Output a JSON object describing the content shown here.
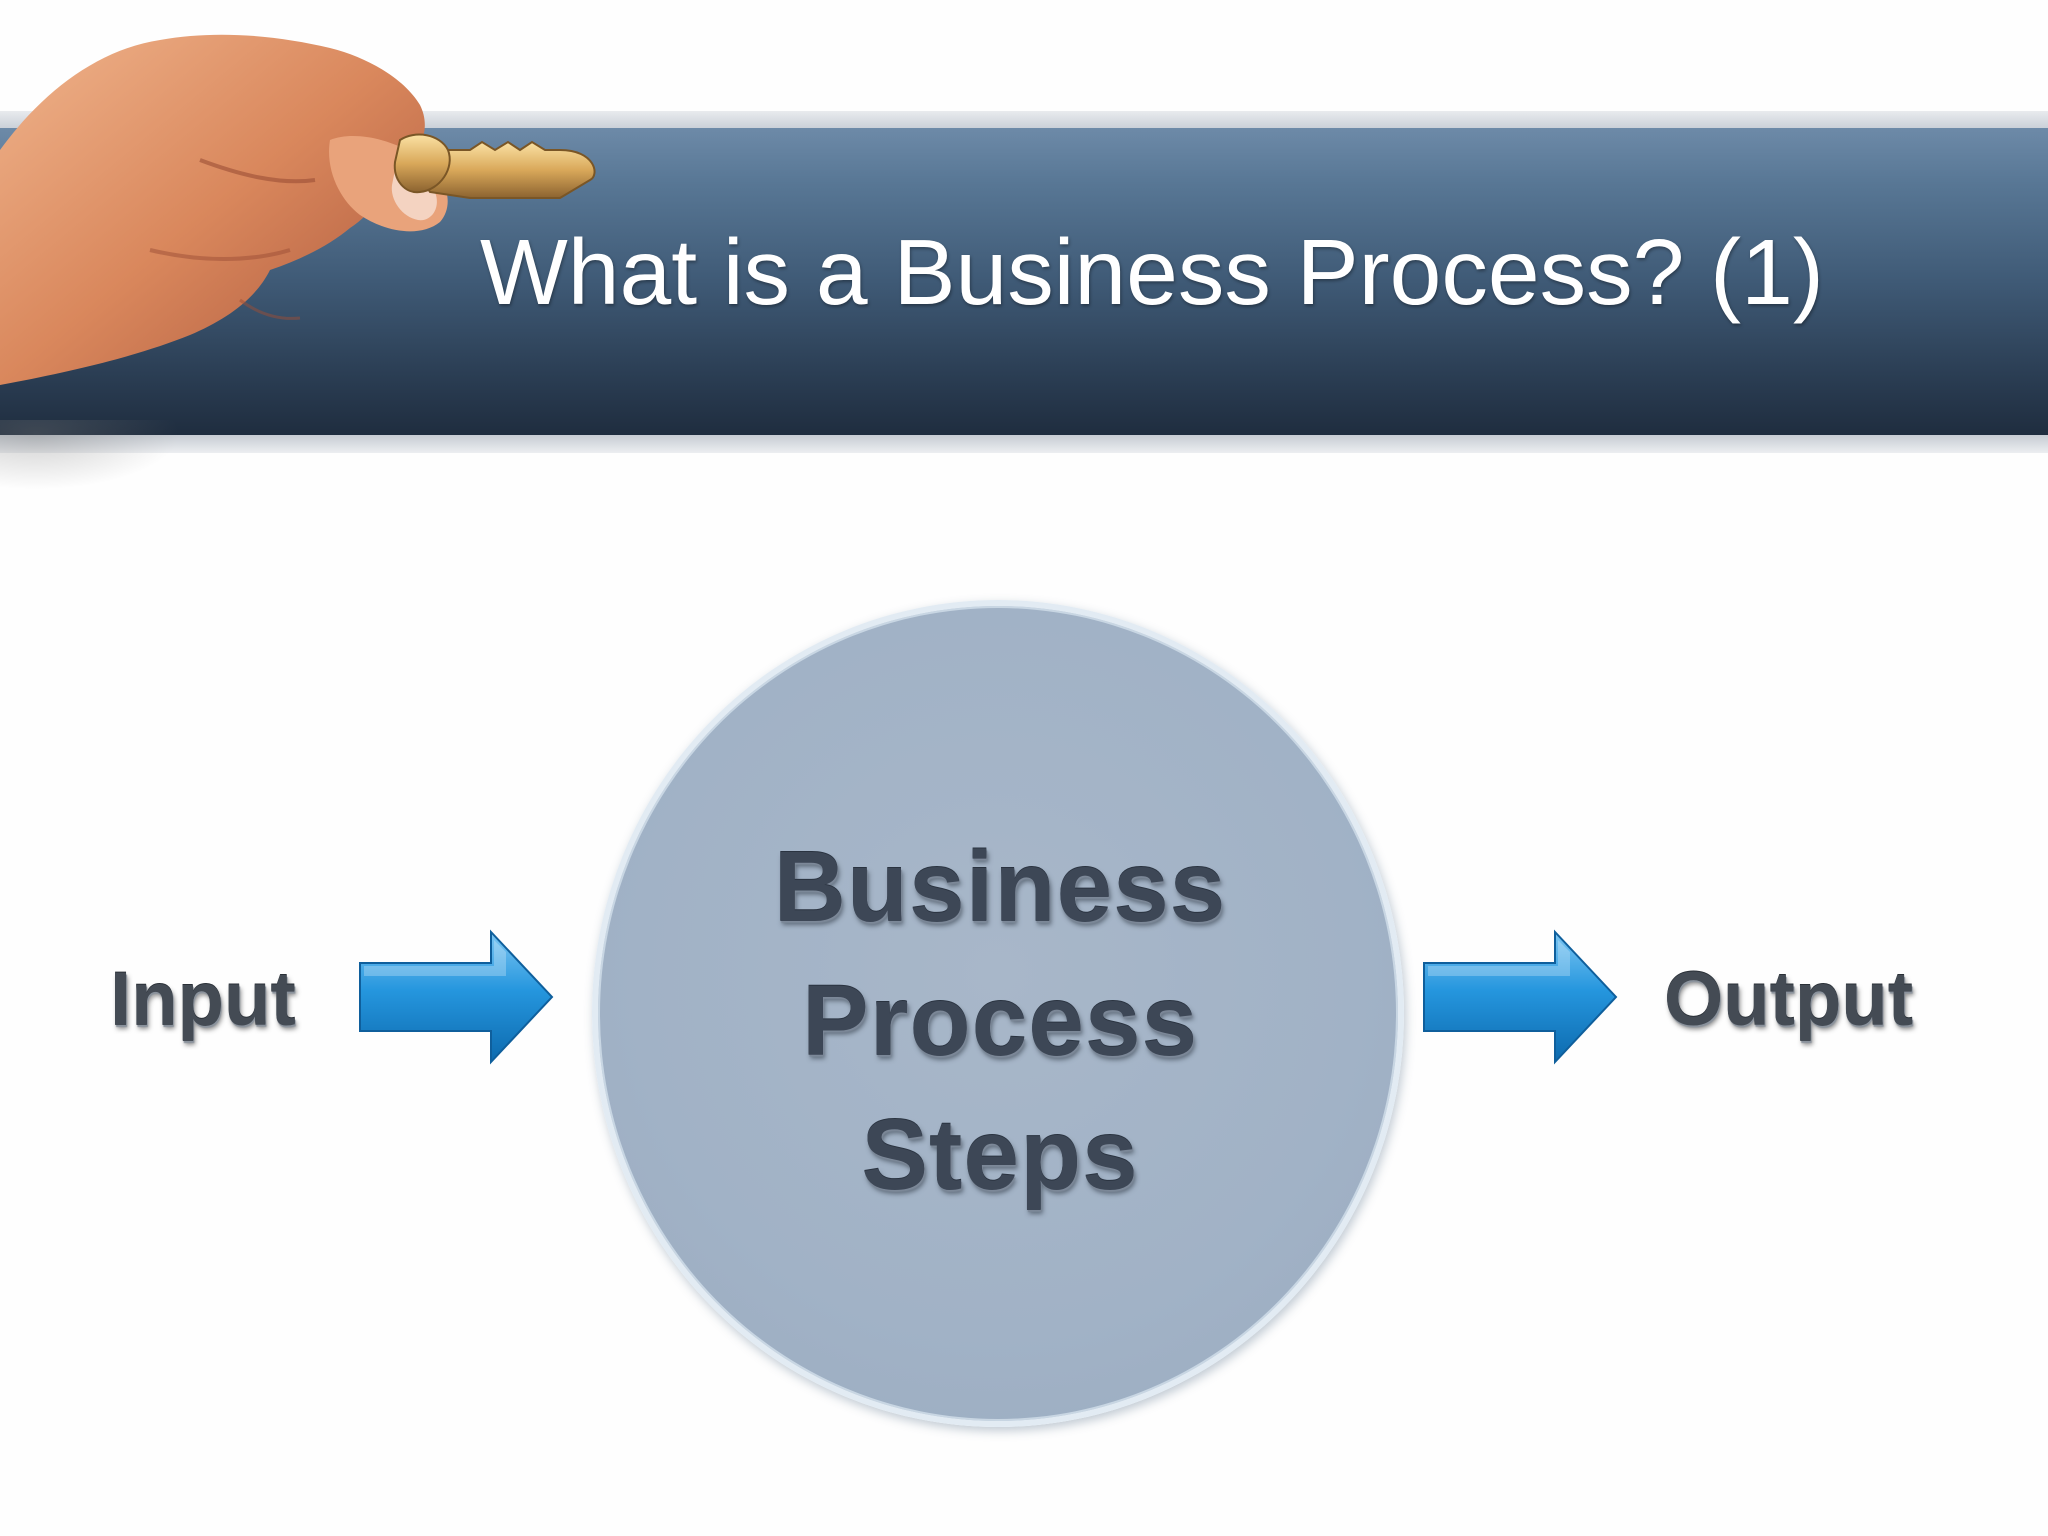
{
  "slide": {
    "title": "What is a Business Process? (1)"
  },
  "diagram": {
    "input_label": "Input",
    "center_lines": [
      "Business",
      "Process",
      "Steps"
    ],
    "output_label": "Output"
  },
  "colors": {
    "banner": "#3f5a76",
    "circle": "#a1b2c6",
    "arrow": "#1e8fd8",
    "text_dark": "#3d4756"
  },
  "icons": {
    "decoration": "hand-holding-key",
    "flow_arrows": "right-arrow"
  }
}
